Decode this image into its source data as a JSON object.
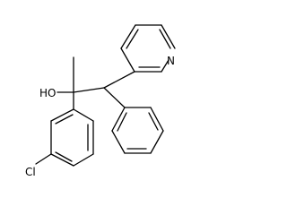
{
  "molecule": {
    "atom_labels": {
      "hydroxyl": "HO",
      "chlorine": "Cl",
      "pyridine_nitrogen": "N"
    },
    "colors": {
      "bond": "#000000",
      "text": "#000000",
      "background": "#ffffff"
    }
  }
}
